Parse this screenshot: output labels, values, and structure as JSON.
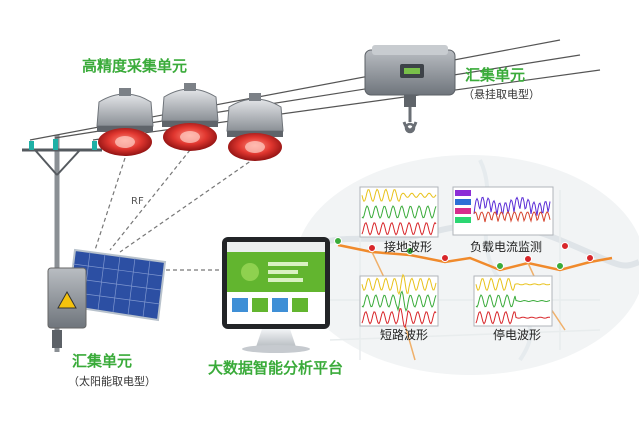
{
  "labels": {
    "collector_title": "高精度采集单元",
    "rf": "RF",
    "aggregator_top_title": "汇集单元",
    "aggregator_top_sub": "（悬挂取电型）",
    "aggregator_bottom_title": "汇集单元",
    "aggregator_bottom_sub": "（太阳能取电型）",
    "platform_title": "大数据智能分析平台",
    "ground_wave": "接地波形",
    "load_current": "负载电流监测",
    "short_circuit_wave": "短路波形",
    "outage_wave": "停电波形"
  },
  "colors": {
    "title_green": "#3aab3a",
    "sensor_red": "#d8262a",
    "sensor_gray": "#9a9ea3",
    "monitor_screen_green": "#62b52f",
    "solar_panel_blue": "#2c4fa3",
    "map_route_orange": "#f08a2c"
  },
  "icons": {
    "sensor": "fault-indicator-sensor",
    "aggregator": "hanging-aggregator-unit",
    "solar": "solar-panel",
    "monitor": "desktop-monitor",
    "warning": "high-voltage-warning-icon"
  }
}
